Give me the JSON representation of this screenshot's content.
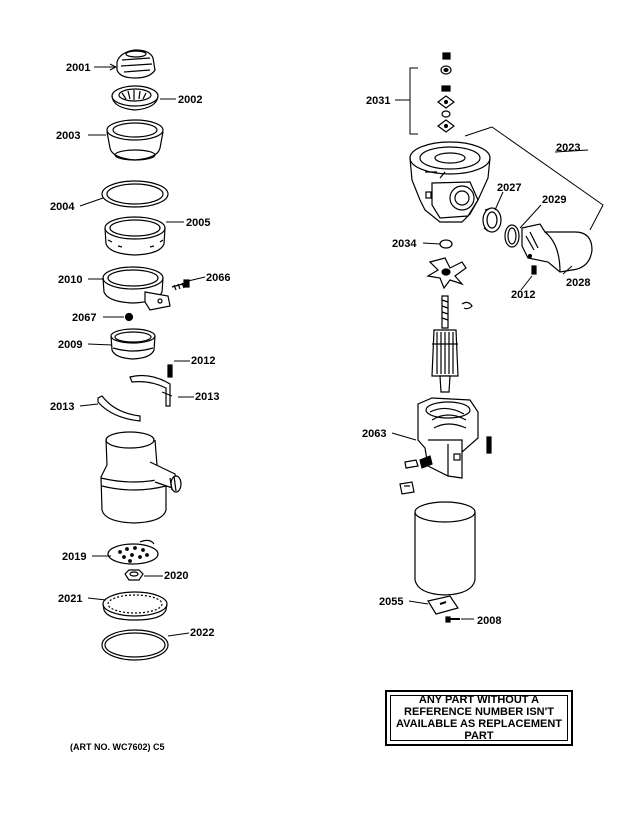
{
  "diagram": {
    "labels_left": [
      {
        "id": "2001",
        "text": "2001"
      },
      {
        "id": "2002",
        "text": "2002"
      },
      {
        "id": "2003",
        "text": "2003"
      },
      {
        "id": "2004",
        "text": "2004"
      },
      {
        "id": "2005",
        "text": "2005"
      },
      {
        "id": "2010",
        "text": "2010"
      },
      {
        "id": "2066",
        "text": "2066"
      },
      {
        "id": "2067",
        "text": "2067"
      },
      {
        "id": "2009",
        "text": "2009"
      },
      {
        "id": "2012a",
        "text": "2012"
      },
      {
        "id": "2013a",
        "text": "2013"
      },
      {
        "id": "2013b",
        "text": "2013"
      },
      {
        "id": "2019",
        "text": "2019"
      },
      {
        "id": "2020",
        "text": "2020"
      },
      {
        "id": "2021",
        "text": "2021"
      },
      {
        "id": "2022",
        "text": "2022"
      }
    ],
    "labels_right": [
      {
        "id": "2031",
        "text": "2031"
      },
      {
        "id": "2023",
        "text": "2023"
      },
      {
        "id": "2027",
        "text": "2027"
      },
      {
        "id": "2029",
        "text": "2029"
      },
      {
        "id": "2034",
        "text": "2034"
      },
      {
        "id": "2012b",
        "text": "2012"
      },
      {
        "id": "2028",
        "text": "2028"
      },
      {
        "id": "2063",
        "text": "2063"
      },
      {
        "id": "2055",
        "text": "2055"
      },
      {
        "id": "2008",
        "text": "2008"
      }
    ],
    "note_lines": [
      "ANY PART WITHOUT A",
      "REFERENCE NUMBER ISN'T",
      "AVAILABLE AS REPLACEMENT",
      "PART"
    ],
    "art_number": "(ART NO. WC7602) C5"
  }
}
